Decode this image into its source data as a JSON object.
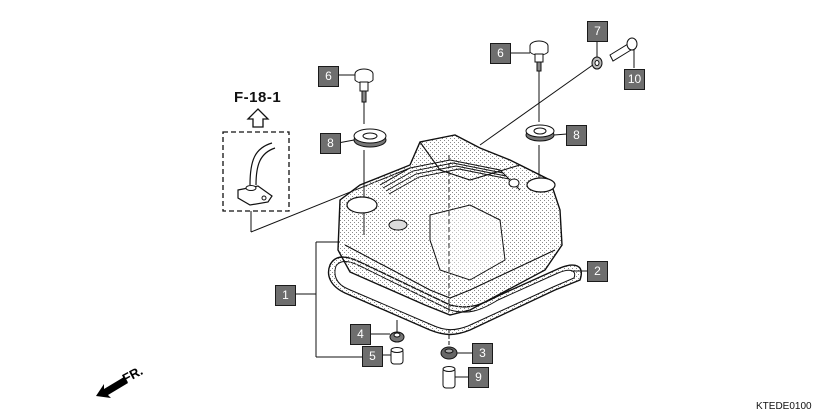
{
  "diagram": {
    "title": "Cylinder Head Cover Exploded View",
    "reference_link": "F-18-1",
    "direction_label": "FR.",
    "figure_code": "KTEDE0100",
    "colors": {
      "callout_fill": "#6e6e6e",
      "callout_text": "#ffffff",
      "line": "#1a1a1a",
      "stipple": "#9a9a9a"
    },
    "callouts": [
      {
        "id": "1",
        "part": "cylinder-head-cover-assembly"
      },
      {
        "id": "2",
        "part": "head-cover-gasket"
      },
      {
        "id": "3",
        "part": "grommet"
      },
      {
        "id": "4",
        "part": "grommet"
      },
      {
        "id": "5",
        "part": "collar"
      },
      {
        "id": "6",
        "part": "special-bolt-left"
      },
      {
        "id": "6",
        "part": "special-bolt-right"
      },
      {
        "id": "7",
        "part": "washer"
      },
      {
        "id": "8",
        "part": "cover-rubber-seal-left"
      },
      {
        "id": "8",
        "part": "cover-rubber-seal-right"
      },
      {
        "id": "9",
        "part": "collar"
      },
      {
        "id": "10",
        "part": "flange-bolt"
      }
    ]
  }
}
